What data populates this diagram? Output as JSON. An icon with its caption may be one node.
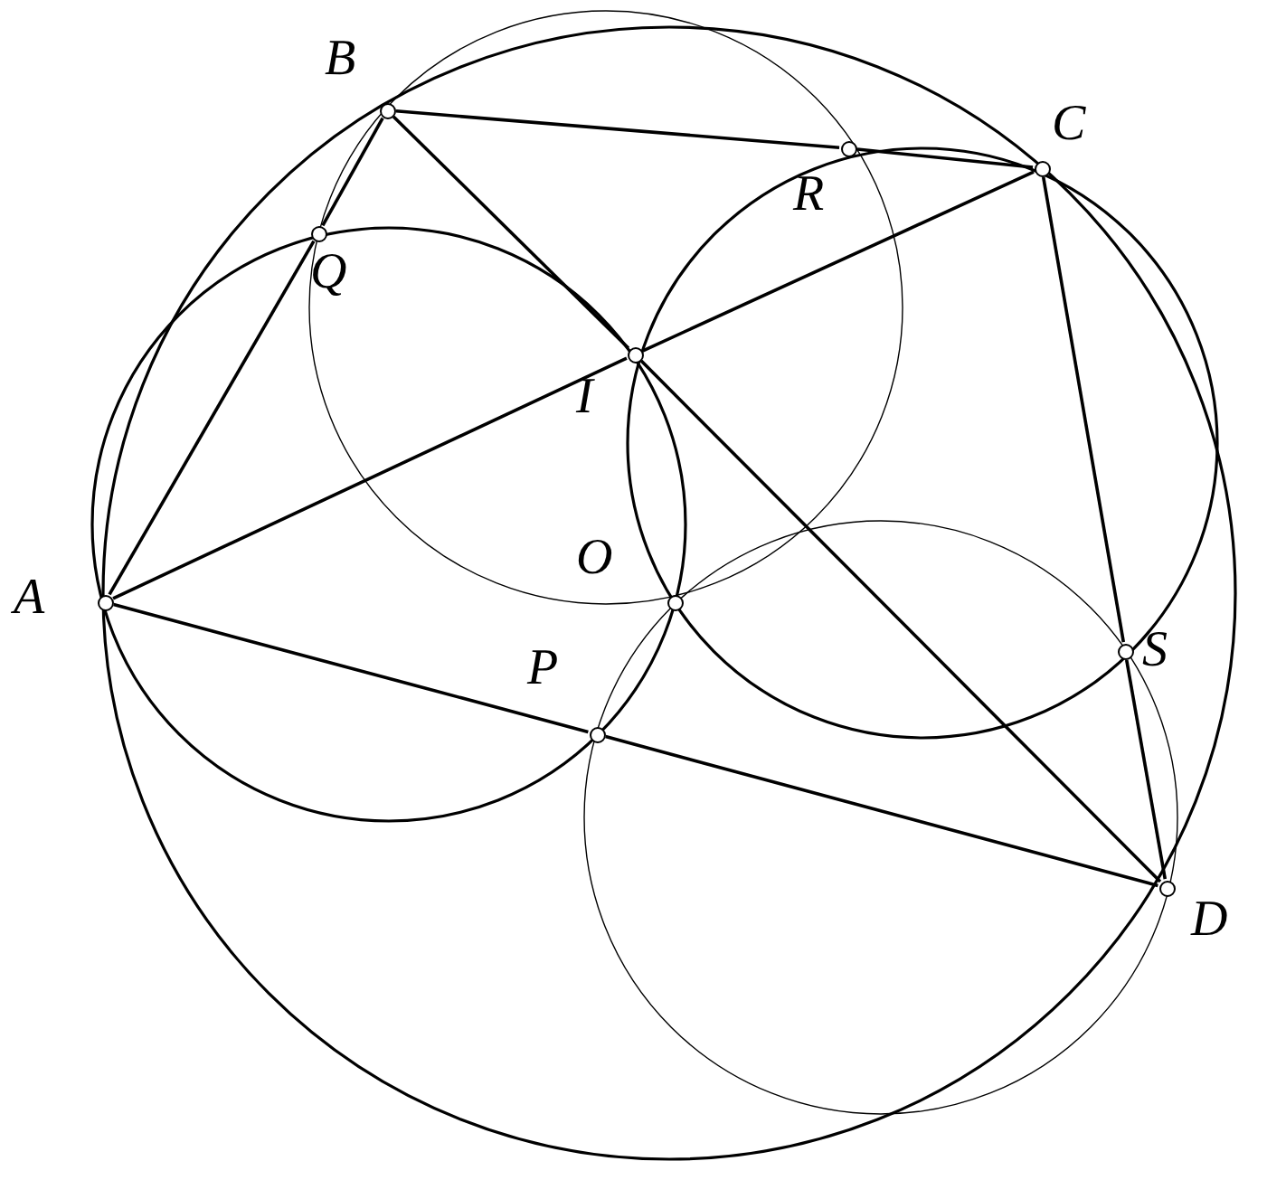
{
  "diagram": {
    "nodes": [
      {
        "text": [
          "B"
        ]
      },
      {
        "text": [
          "C"
        ]
      },
      {
        "text": [
          "R"
        ]
      },
      {
        "text": [
          "Q"
        ]
      },
      {
        "text": [
          "I"
        ]
      },
      {
        "text": [
          "A"
        ]
      },
      {
        "text": [
          "O"
        ]
      },
      {
        "text": [
          "S"
        ]
      },
      {
        "text": [
          "P"
        ]
      },
      {
        "text": [
          "D"
        ]
      }
    ],
    "edges": [
      {
        "from": 0,
        "to": 2,
        "arrow": "none"
      },
      {
        "from": 2,
        "to": 1,
        "arrow": "none"
      },
      {
        "from": 0,
        "to": 3,
        "arrow": "none"
      },
      {
        "from": 3,
        "to": 5,
        "arrow": "none"
      },
      {
        "from": 5,
        "to": 4,
        "arrow": "none"
      },
      {
        "from": 4,
        "to": 1,
        "arrow": "none"
      },
      {
        "from": 0,
        "to": 4,
        "arrow": "none"
      },
      {
        "from": 4,
        "to": 9,
        "arrow": "none"
      },
      {
        "from": 1,
        "to": 7,
        "arrow": "none"
      },
      {
        "from": 7,
        "to": 9,
        "arrow": "none"
      },
      {
        "from": 5,
        "to": 8,
        "arrow": "none"
      },
      {
        "from": 8,
        "to": 9,
        "arrow": "none"
      }
    ]
  }
}
